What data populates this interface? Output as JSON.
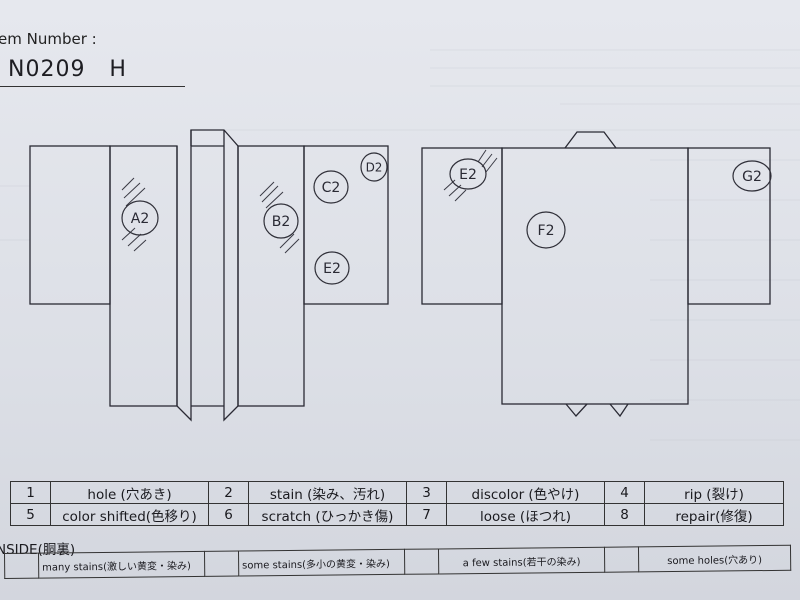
{
  "header": {
    "item_number_label": "em Number :",
    "item_number_value": "N0209   H"
  },
  "front_marks": [
    {
      "label": "A2"
    },
    {
      "label": "B2"
    },
    {
      "label": "C2"
    },
    {
      "label": "D2"
    },
    {
      "label": "E2"
    }
  ],
  "back_marks": [
    {
      "label": "E2"
    },
    {
      "label": "F2"
    },
    {
      "label": "G2"
    }
  ],
  "defect_legend": [
    {
      "num": "1",
      "label": "hole (穴あき)"
    },
    {
      "num": "2",
      "label": "stain (染み、汚れ)"
    },
    {
      "num": "3",
      "label": "discolor (色やけ)"
    },
    {
      "num": "4",
      "label": "rip (裂け)"
    },
    {
      "num": "5",
      "label": "color shifted(色移り)"
    },
    {
      "num": "6",
      "label": "scratch (ひっかき傷)"
    },
    {
      "num": "7",
      "label": "loose (ほつれ)"
    },
    {
      "num": "8",
      "label": "repair(修復)"
    }
  ],
  "inside": {
    "label": "NSIDE(胴裏)",
    "cells": [
      "many stains(激しい黄変・染み)",
      "some stains(多小の黄変・染み)",
      "a few stains(若干の染み)",
      "some holes(穴あり)"
    ]
  },
  "colors": {
    "ink": "#2a2a34",
    "pencil": "#3a3a44"
  }
}
